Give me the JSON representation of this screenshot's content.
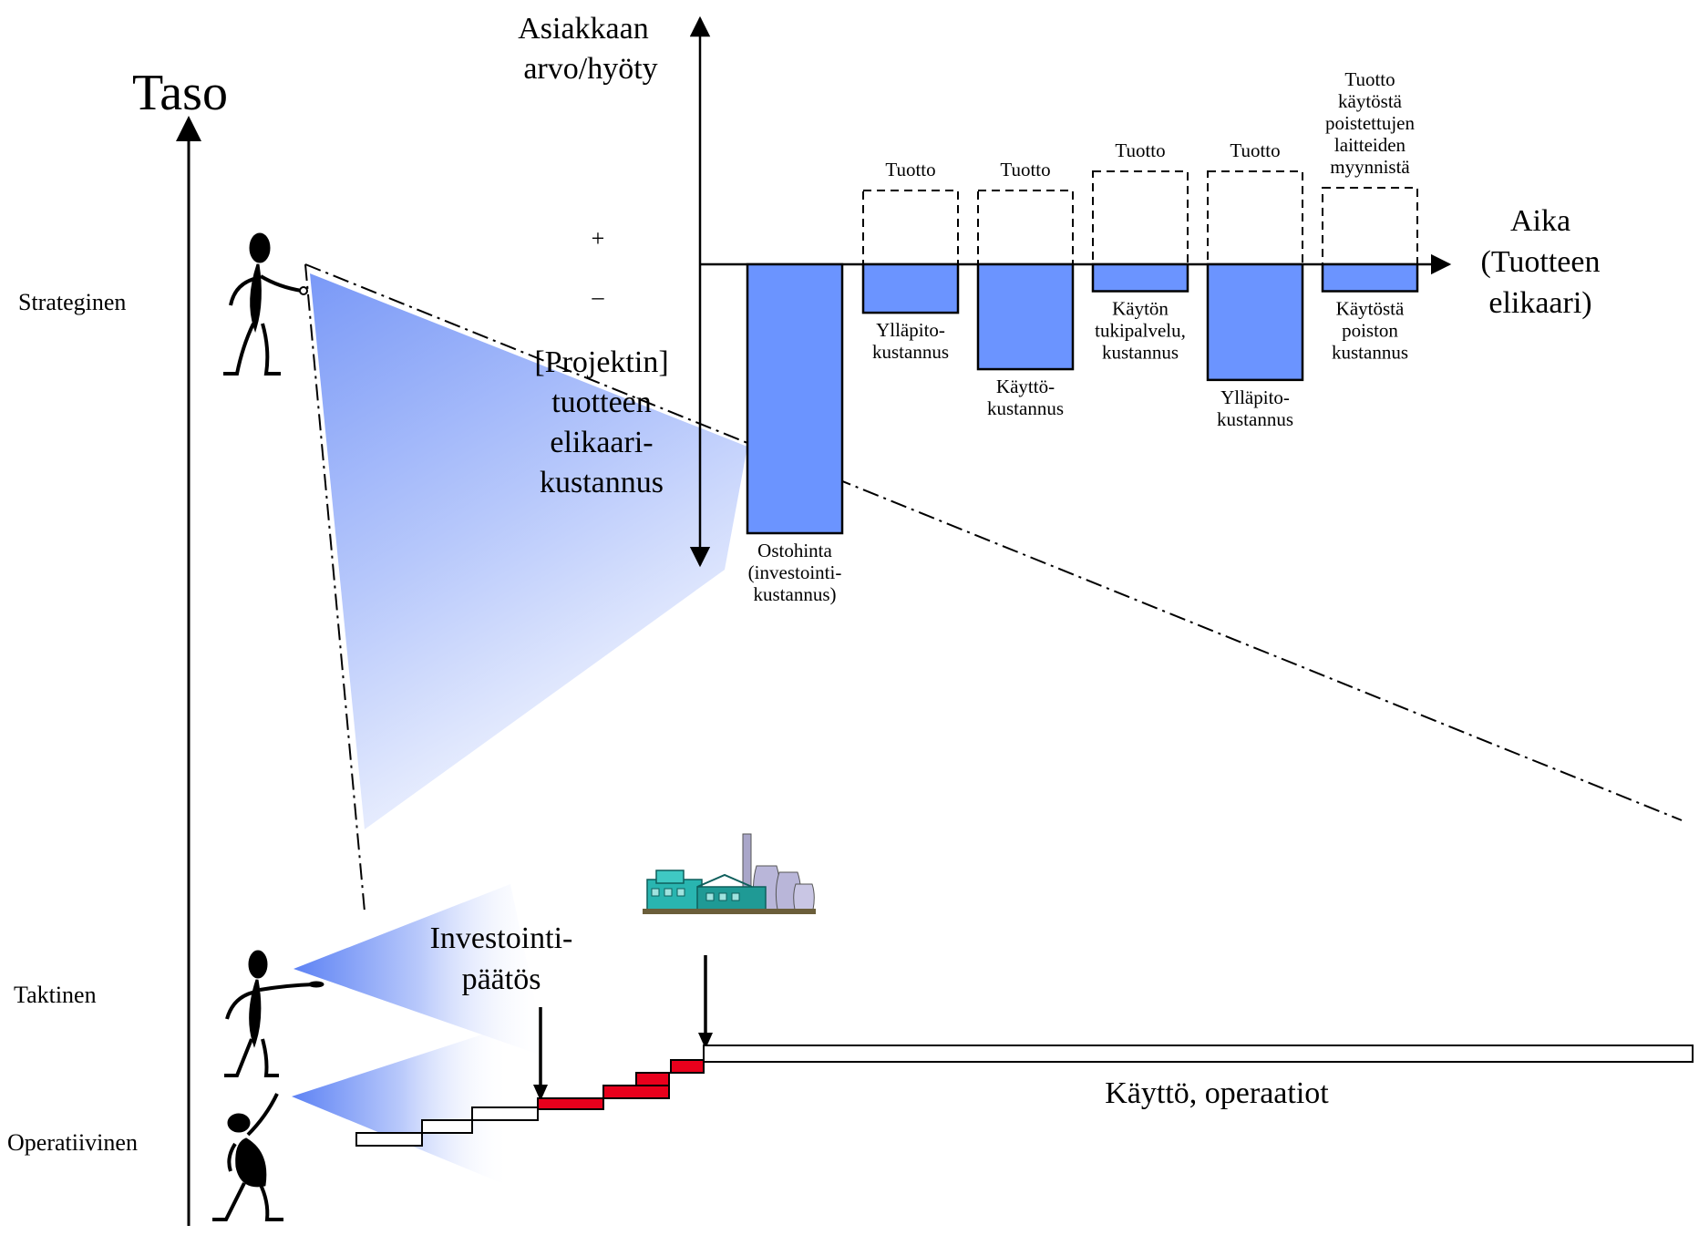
{
  "axis": {
    "level_title": "Taso",
    "value_label_line1": "Asiakkaan",
    "value_label_line2": "arvo/hyöty",
    "plus": "+",
    "minus": "–",
    "time_label_line1": "Aika",
    "time_label_line2": "(Tuotteen",
    "time_label_line3": "elikaari)"
  },
  "levels": {
    "strategic": "Strateginen",
    "tactical": "Taktinen",
    "operative": "Operatiivinen"
  },
  "project_cost": {
    "line1": "[Projektin]",
    "line2": "tuotteen",
    "line3": "elikaari-",
    "line4": "kustannus"
  },
  "cost_bars": [
    {
      "cost_lines": [
        "Ostohinta",
        "(investointi-",
        "kustannus)"
      ],
      "revenue_lines": [],
      "cost_level": 1.0,
      "revenue_level": 0
    },
    {
      "cost_lines": [
        "Ylläpito-",
        "kustannus"
      ],
      "revenue_lines": [
        "Tuotto"
      ],
      "cost_level": 0.18,
      "revenue_level": 0.27
    },
    {
      "cost_lines": [
        "Käyttö-",
        "kustannus"
      ],
      "revenue_lines": [
        "Tuotto"
      ],
      "cost_level": 0.39,
      "revenue_level": 0.27
    },
    {
      "cost_lines": [
        "Käytön",
        "tukipalvelu,",
        "kustannus"
      ],
      "revenue_lines": [
        "Tuotto"
      ],
      "cost_level": 0.1,
      "revenue_level": 0.34
    },
    {
      "cost_lines": [
        "Ylläpito-",
        "kustannus"
      ],
      "revenue_lines": [
        "Tuotto"
      ],
      "cost_level": 0.43,
      "revenue_level": 0.34
    },
    {
      "cost_lines": [
        "Käytöstä",
        "poiston",
        "kustannus"
      ],
      "revenue_lines": [
        "Tuotto",
        "käytöstä",
        "poistettujen",
        "laitteiden",
        "myynnistä"
      ],
      "cost_level": 0.1,
      "revenue_level": 0.28
    }
  ],
  "investment_decision": {
    "line1": "Investointi-",
    "line2": "päätös"
  },
  "operation_label": "Käyttö, operaatiot",
  "colors": {
    "cost_bar": "#6b94ff",
    "phase_done": "#ffffff",
    "phase_active": "#e8001c",
    "beam": "#6b8ef5",
    "plant": "#29b5b0"
  },
  "icons": {
    "strategic_person": "pointing-person-icon",
    "tactical_person": "pointing-person-icon",
    "operative_person": "flashlight-person-icon",
    "power_plant": "power-plant-icon"
  }
}
